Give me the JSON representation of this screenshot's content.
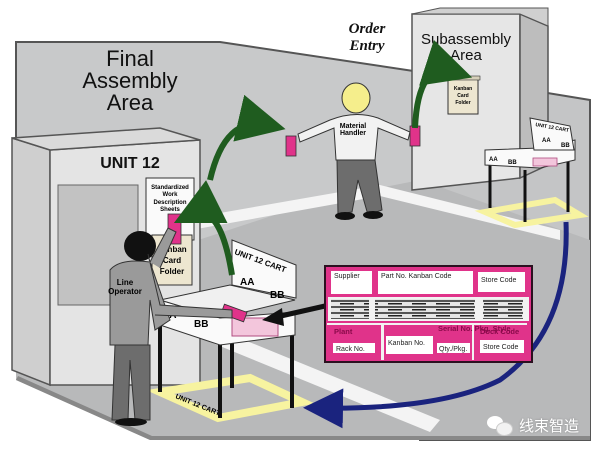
{
  "diagram": {
    "title": "Kanban card flow between Final Assembly and Subassembly",
    "areas": {
      "final_assembly": [
        "Final",
        "Assembly",
        "Area"
      ],
      "order_entry": [
        "Order",
        "Entry"
      ],
      "subassembly": [
        "Subassembly",
        "Area"
      ]
    },
    "unit_label": "UNIT 12",
    "standardized_sheet": [
      "Standardized",
      "Work",
      "Description",
      "Sheets"
    ],
    "kanban_folder": [
      "Kanban",
      "Card",
      "Folder"
    ],
    "people": {
      "line_operator": [
        "Line",
        "Operator"
      ],
      "material_handler": [
        "Material",
        "Handler"
      ]
    },
    "cart": {
      "sign": "UNIT 12 CART",
      "bins": [
        "AA",
        "BB"
      ],
      "floor_label": "UNIT 12 CART"
    },
    "kanban_card": {
      "top_row": [
        "Supplier",
        "Part No. Kanban Code",
        "Store Code"
      ],
      "bottom_headers": [
        "Plant",
        "Serial No. Pkg. Style",
        "Dock Code"
      ],
      "bottom_fields": [
        "Rack No.",
        "Kanban No.",
        "Qty./Pkg.",
        "Store Code"
      ]
    },
    "colors": {
      "kanban_pink": "#d63384",
      "card_magenta": "#e0338a",
      "arrow_green": "#1f5c1f",
      "arrow_blue": "#1a237e",
      "floor_tape_yellow": "#f7f3a0",
      "wall_gray": "#c8c9ca"
    },
    "watermark": "线束智造"
  }
}
